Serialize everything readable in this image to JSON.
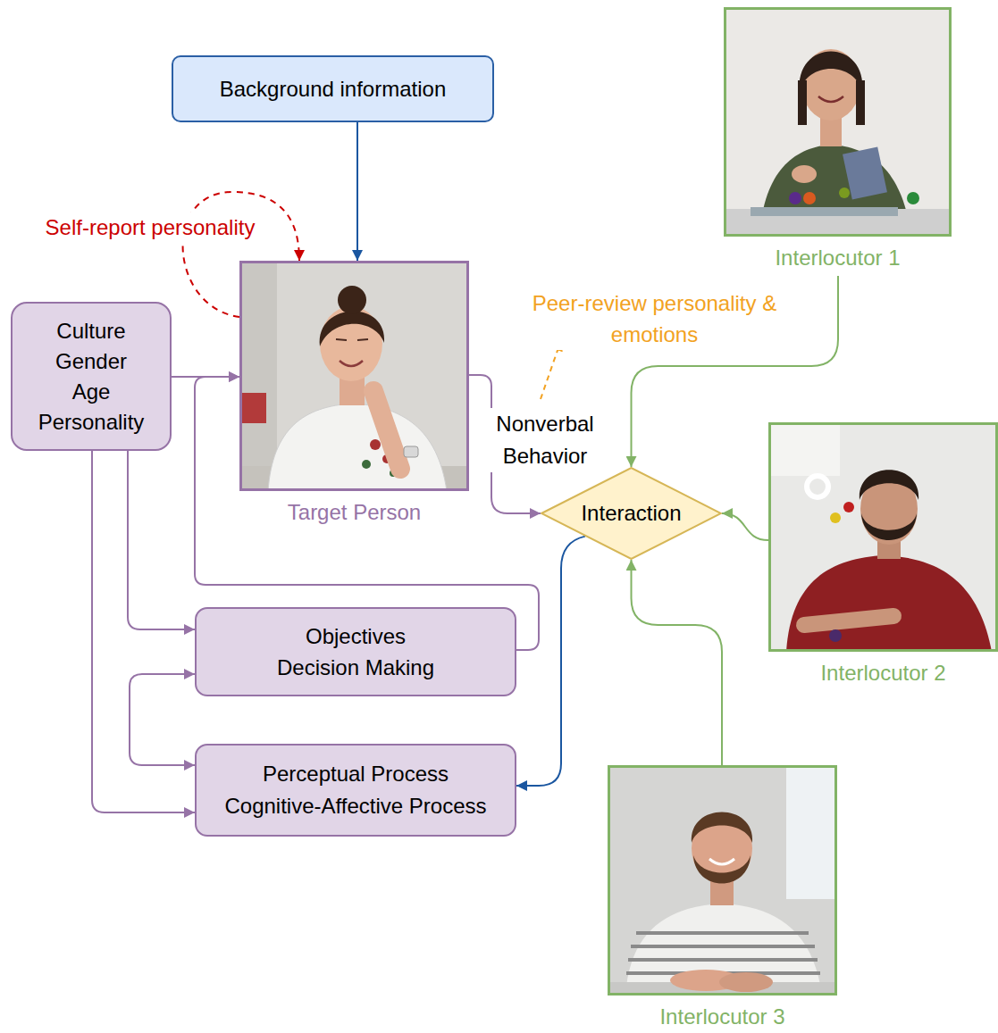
{
  "diagram": {
    "nodes": [
      {
        "text": [
          "Background information"
        ]
      },
      {
        "text": [
          "Interlocutor 1"
        ]
      },
      {
        "text": [
          "Target Person"
        ]
      },
      {
        "text": [
          "Culture",
          "Gender",
          "Age",
          "Personality"
        ]
      },
      {
        "text": [
          "Interaction"
        ]
      },
      {
        "text": [
          "Interlocutor 2"
        ]
      },
      {
        "text": [
          "Objectives",
          "Decision Making"
        ]
      },
      {
        "text": [
          "Perceptual Process",
          "Cognitive-Affective Process"
        ]
      },
      {
        "text": [
          "Interlocutor 3"
        ]
      }
    ],
    "edges": [
      {
        "from": 0,
        "to": 2,
        "arrow": "to"
      },
      {
        "from": 2,
        "to": 2,
        "arrow": "to",
        "label": "Self-report personality"
      },
      {
        "from": 3,
        "to": 2,
        "arrow": "to"
      },
      {
        "from": 6,
        "to": 2,
        "arrow": "to"
      },
      {
        "from": 3,
        "to": 6,
        "arrow": "to"
      },
      {
        "from": 3,
        "to": 7,
        "arrow": "to"
      },
      {
        "from": 6,
        "to": 7,
        "arrow": "both"
      },
      {
        "from": 2,
        "to": 4,
        "arrow": "to",
        "label": "Nonverbal Behavior"
      },
      {
        "from": 1,
        "to": 4,
        "arrow": "to"
      },
      {
        "from": 5,
        "to": 4,
        "arrow": "to"
      },
      {
        "from": 8,
        "to": 4,
        "arrow": "to"
      },
      {
        "from": 4,
        "to": 7,
        "arrow": "to"
      }
    ],
    "labels": [
      "Peer-review personality & emotions"
    ]
  }
}
